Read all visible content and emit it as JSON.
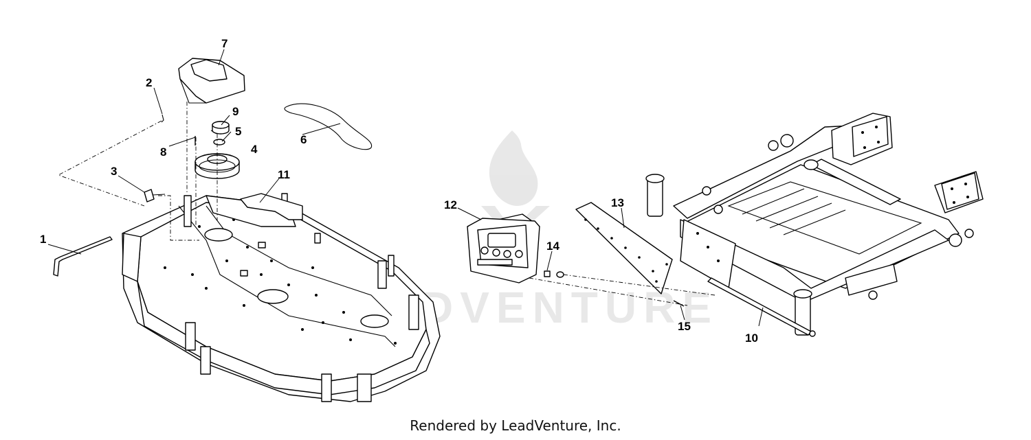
{
  "diagram": {
    "callouts": [
      {
        "id": "1",
        "label": "1"
      },
      {
        "id": "2",
        "label": "2"
      },
      {
        "id": "3",
        "label": "3"
      },
      {
        "id": "4",
        "label": "4"
      },
      {
        "id": "5",
        "label": "5"
      },
      {
        "id": "6",
        "label": "6"
      },
      {
        "id": "7",
        "label": "7"
      },
      {
        "id": "8",
        "label": "8"
      },
      {
        "id": "9",
        "label": "9"
      },
      {
        "id": "10",
        "label": "10"
      },
      {
        "id": "11",
        "label": "11"
      },
      {
        "id": "12",
        "label": "12"
      },
      {
        "id": "13",
        "label": "13"
      },
      {
        "id": "14",
        "label": "14"
      },
      {
        "id": "15",
        "label": "15"
      }
    ],
    "watermark": "LEADVENTURE"
  },
  "footer": {
    "text": "Rendered by LeadVenture, Inc."
  }
}
